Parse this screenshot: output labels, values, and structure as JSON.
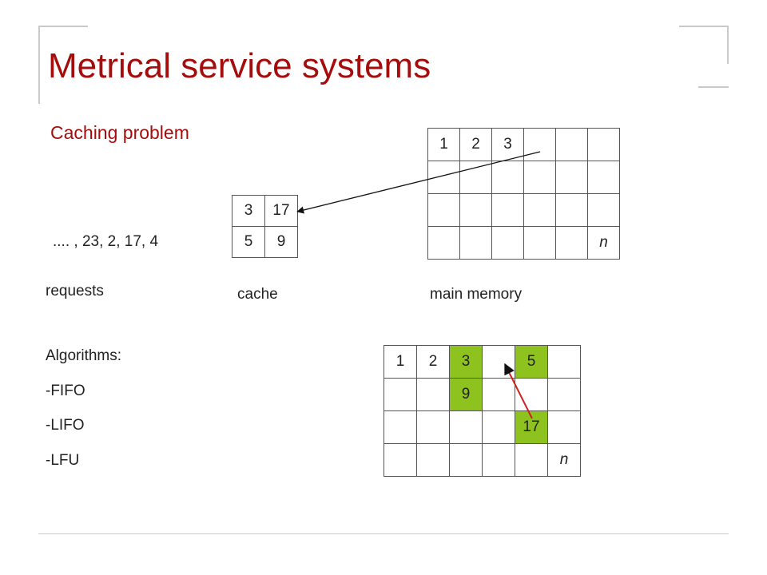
{
  "slide": {
    "title": "Metrical service systems",
    "subtitle": "Caching problem",
    "request_sequence": ".... , 23, 2, 17, 4",
    "requests_label": "requests",
    "cache_label": "cache",
    "memory_label": "main memory",
    "algorithms_heading": "Algorithms:",
    "algorithms": [
      "-FIFO",
      "-LIFO",
      "-LFU"
    ]
  },
  "cache": {
    "rows": [
      [
        "3",
        "17"
      ],
      [
        "5",
        "9"
      ]
    ]
  },
  "main_memory": {
    "rows": [
      [
        "1",
        "2",
        "3",
        "",
        "",
        ""
      ],
      [
        "",
        "",
        "",
        "",
        "",
        ""
      ],
      [
        "",
        "",
        "",
        "",
        "",
        ""
      ],
      [
        "",
        "",
        "",
        "",
        "",
        "n"
      ]
    ]
  },
  "main_memory_2": {
    "rows": [
      [
        "1",
        "2",
        "3",
        "",
        "5",
        ""
      ],
      [
        "",
        "",
        "9",
        "",
        "",
        ""
      ],
      [
        "",
        "",
        "",
        "",
        "17",
        ""
      ],
      [
        "",
        "",
        "",
        "",
        "",
        "n"
      ]
    ],
    "highlight_color": "#8dc21f"
  },
  "colors": {
    "title": "#a50d0d",
    "highlight": "#8dc21f"
  }
}
